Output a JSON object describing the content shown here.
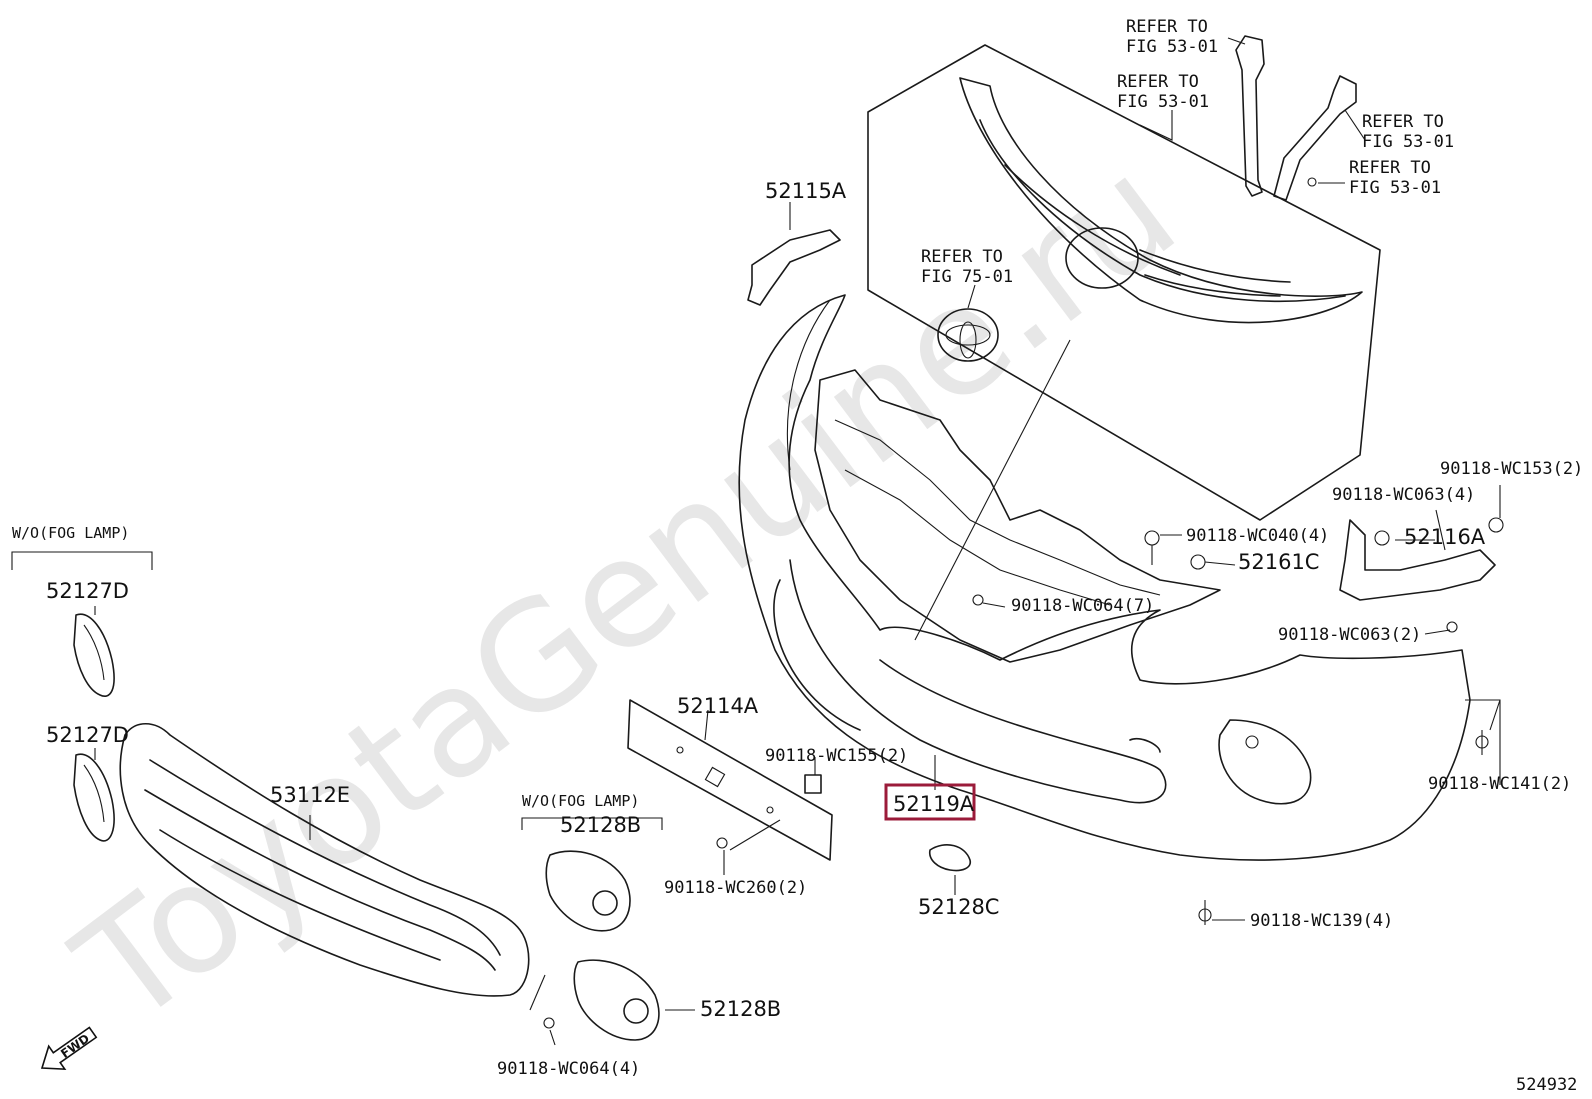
{
  "watermark": "ToyotaGenuine.ru",
  "diagram_number": "524932",
  "fwd_label": "FWD",
  "groups": {
    "wo_fog_left": "W/O(FOG LAMP)",
    "wo_fog_mid": "W/O(FOG LAMP)"
  },
  "refs": {
    "ref_a": [
      "REFER TO",
      "FIG 53-01"
    ],
    "ref_b": [
      "REFER TO",
      "FIG 53-01"
    ],
    "ref_c": [
      "REFER TO",
      "FIG 53-01"
    ],
    "ref_d": [
      "REFER TO",
      "FIG 53-01"
    ],
    "ref_emblem": [
      "REFER TO",
      "FIG 75-01"
    ]
  },
  "parts": {
    "p52115A": "52115A",
    "p52127D_top": "52127D",
    "p52127D_bottom": "52127D",
    "p53112E": "53112E",
    "p52114A": "52114A",
    "p52128B_top": "52128B",
    "p52128B_bottom": "52128B",
    "p52119A": "52119A",
    "p52128C": "52128C",
    "p52116A": "52116A",
    "p52161C": "52161C",
    "wc153": "90118-WC153(2)",
    "wc063_4": "90118-WC063(4)",
    "wc040": "90118-WC040(4)",
    "wc064_7": "90118-WC064(7)",
    "wc063_2": "90118-WC063(2)",
    "wc141": "90118-WC141(2)",
    "wc155": "90118-WC155(2)",
    "wc260": "90118-WC260(2)",
    "wc139": "90118-WC139(4)",
    "wc064_4": "90118-WC064(4)"
  },
  "highlight_color": "#9b1b3a"
}
